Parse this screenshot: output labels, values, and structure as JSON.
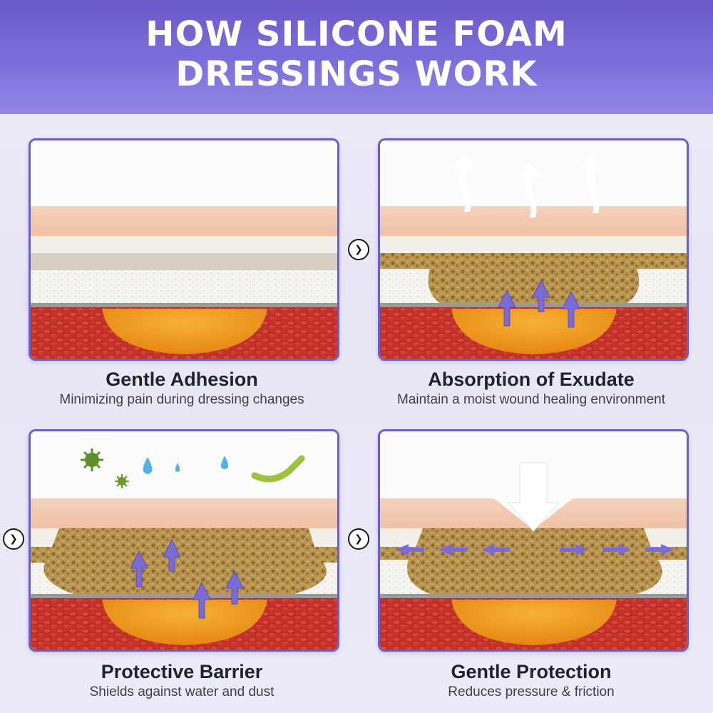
{
  "header": {
    "title_line1": "HOW SILICONE FOAM",
    "title_line2": "DRESSINGS WORK"
  },
  "panels": [
    {
      "title": "Gentle Adhesion",
      "subtitle": "Minimizing pain during dressing changes"
    },
    {
      "title": "Absorption of Exudate",
      "subtitle": "Maintain a moist wound healing environment"
    },
    {
      "title": "Protective Barrier",
      "subtitle": "Shields against water and dust"
    },
    {
      "title": "Gentle Protection",
      "subtitle": "Reduces pressure & friction"
    }
  ],
  "icons": {
    "nav_arrow": "chevron-right-icon",
    "steam": "steam-arrow-icon",
    "absorb": "up-arrow-icon",
    "germ": "germ-icon",
    "droplet": "water-drop-icon",
    "worm": "bacteria-icon",
    "pressure": "down-arrow-icon",
    "spread": "side-arrow-icon"
  },
  "colors": {
    "header_bg": "#6a5ac9",
    "panel_border": "#6b5fc4",
    "arrow_purple": "#7a6bd6",
    "wound": "#f29a1c",
    "tissue": "#c8302a",
    "skin": "#f4cdb4",
    "foam": "#b08a4a"
  },
  "nav_arrow_glyph": "❯"
}
